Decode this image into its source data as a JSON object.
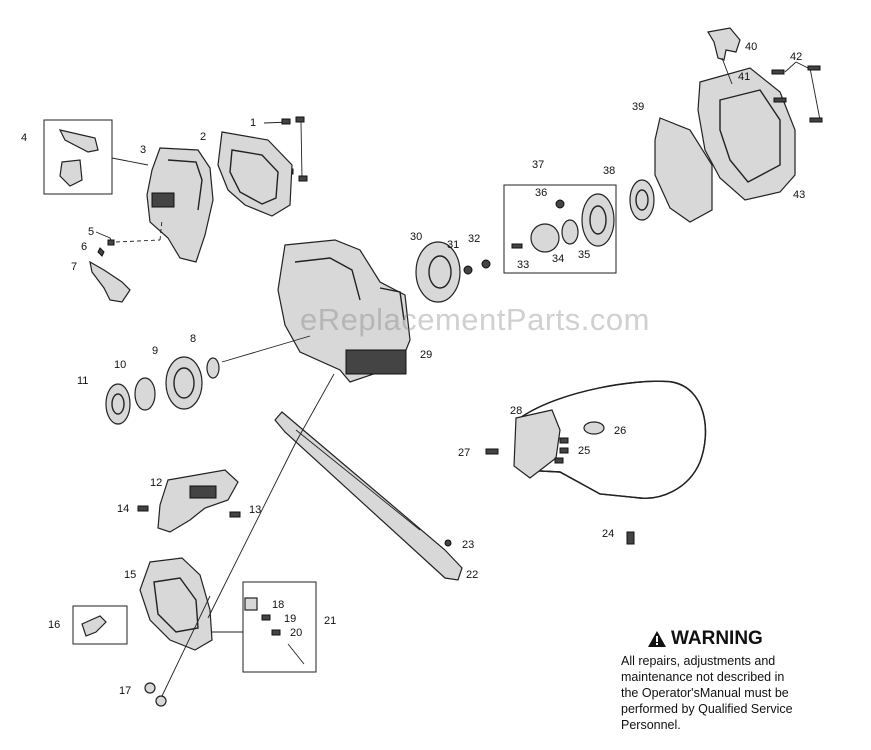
{
  "watermark": "eReplacementParts.com",
  "warning": {
    "title": "WARNING",
    "lines": [
      "All repairs, adjustments and",
      "maintenance not described in",
      "the Operator'sManual must be",
      "performed by Qualified Service",
      "Personnel."
    ]
  },
  "parts": [
    "1",
    "2",
    "3",
    "4",
    "5",
    "6",
    "7",
    "8",
    "9",
    "10",
    "11",
    "12",
    "13",
    "14",
    "15",
    "16",
    "17",
    "18",
    "19",
    "20",
    "21",
    "22",
    "23",
    "24",
    "25",
    "26",
    "27",
    "28",
    "29",
    "30",
    "31",
    "32",
    "33",
    "34",
    "35",
    "36",
    "37",
    "38",
    "39",
    "40",
    "41",
    "42",
    "43"
  ]
}
